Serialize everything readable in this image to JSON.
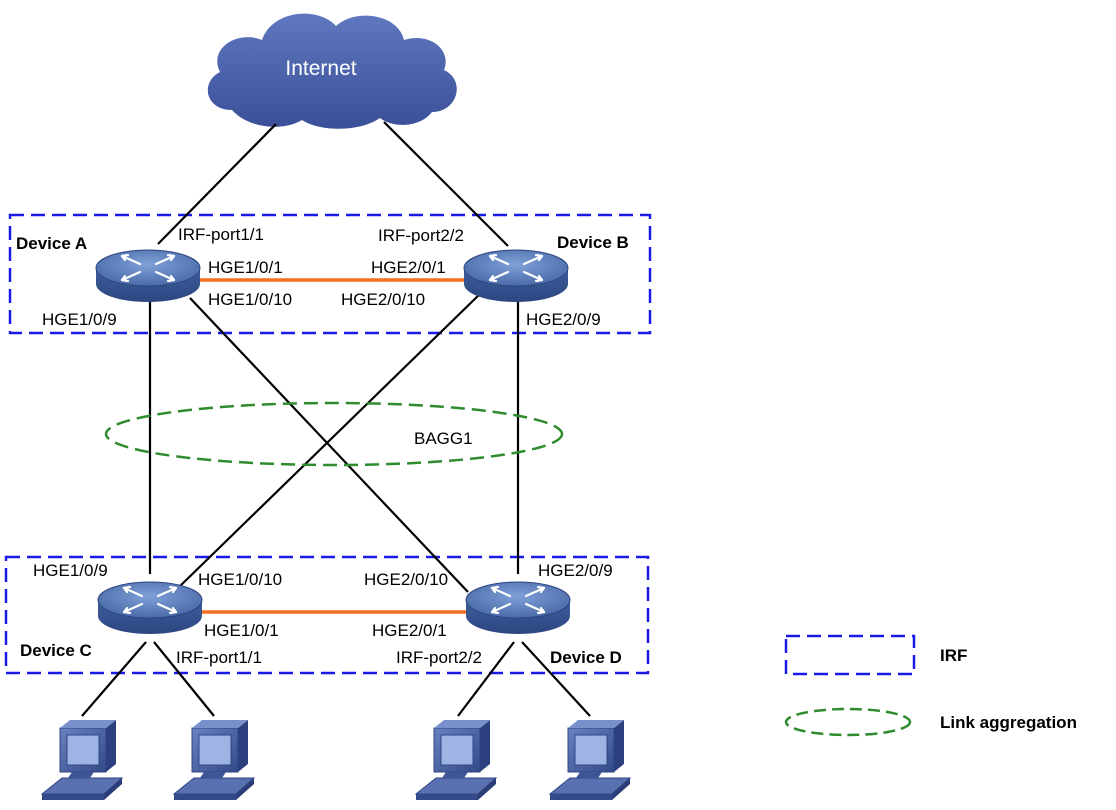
{
  "cloud": {
    "label": "Internet"
  },
  "devices": {
    "a": {
      "name": "Device A"
    },
    "b": {
      "name": "Device B"
    },
    "c": {
      "name": "Device C"
    },
    "d": {
      "name": "Device D"
    }
  },
  "ports": {
    "a_irf": "IRF-port1/1",
    "b_irf": "IRF-port2/2",
    "a_hge1": "HGE1/0/1",
    "b_hge1": "HGE2/0/1",
    "a_hge10": "HGE1/0/10",
    "b_hge10": "HGE2/0/10",
    "a_hge9": "HGE1/0/9",
    "b_hge9": "HGE2/0/9",
    "c_hge9": "HGE1/0/9",
    "c_hge10": "HGE1/0/10",
    "d_hge10": "HGE2/0/10",
    "d_hge9": "HGE2/0/9",
    "c_hge1": "HGE1/0/1",
    "d_hge1": "HGE2/0/1",
    "c_irf": "IRF-port1/1",
    "d_irf": "IRF-port2/2"
  },
  "aggregation": {
    "label": "BAGG1"
  },
  "legend": {
    "irf": "IRF",
    "link_aggregation": "Link aggregation"
  },
  "colors": {
    "irf_box": "#1a1ae6",
    "aggregation": "#2e8b2e",
    "irf_link": "#f07020",
    "device_body": "#4a6aa8",
    "cloud": "#4a5fa8"
  }
}
